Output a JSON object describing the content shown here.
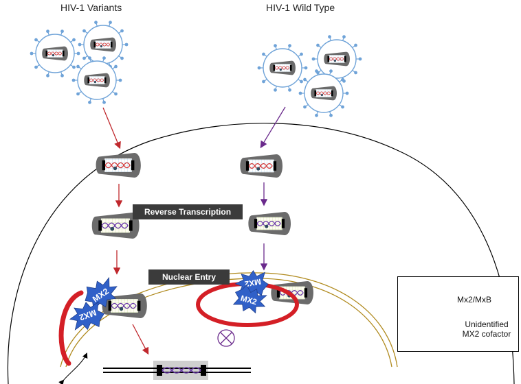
{
  "titles": {
    "variants": "HIV-1 Variants",
    "wild_type": "HIV-1 Wild Type"
  },
  "steps": {
    "reverse_transcription": "Reverse Transcription",
    "nuclear_entry": "Nuclear Entry"
  },
  "mx2_label": "MX2",
  "legend": {
    "mx2": "Mx2/MxB",
    "cofactor": "Unidentified MX2 cofactor"
  },
  "colors": {
    "variant_arrow": "#c0282d",
    "wildtype_arrow": "#6a2a8c",
    "mx2": "#3060c8",
    "cofactor": "#d41f26",
    "membrane": "#b08a1e",
    "capsid": "#6b6b6b",
    "spike": "#6fa3d8",
    "rna": "#d33a3a",
    "dna": "#6a3aa8"
  }
}
